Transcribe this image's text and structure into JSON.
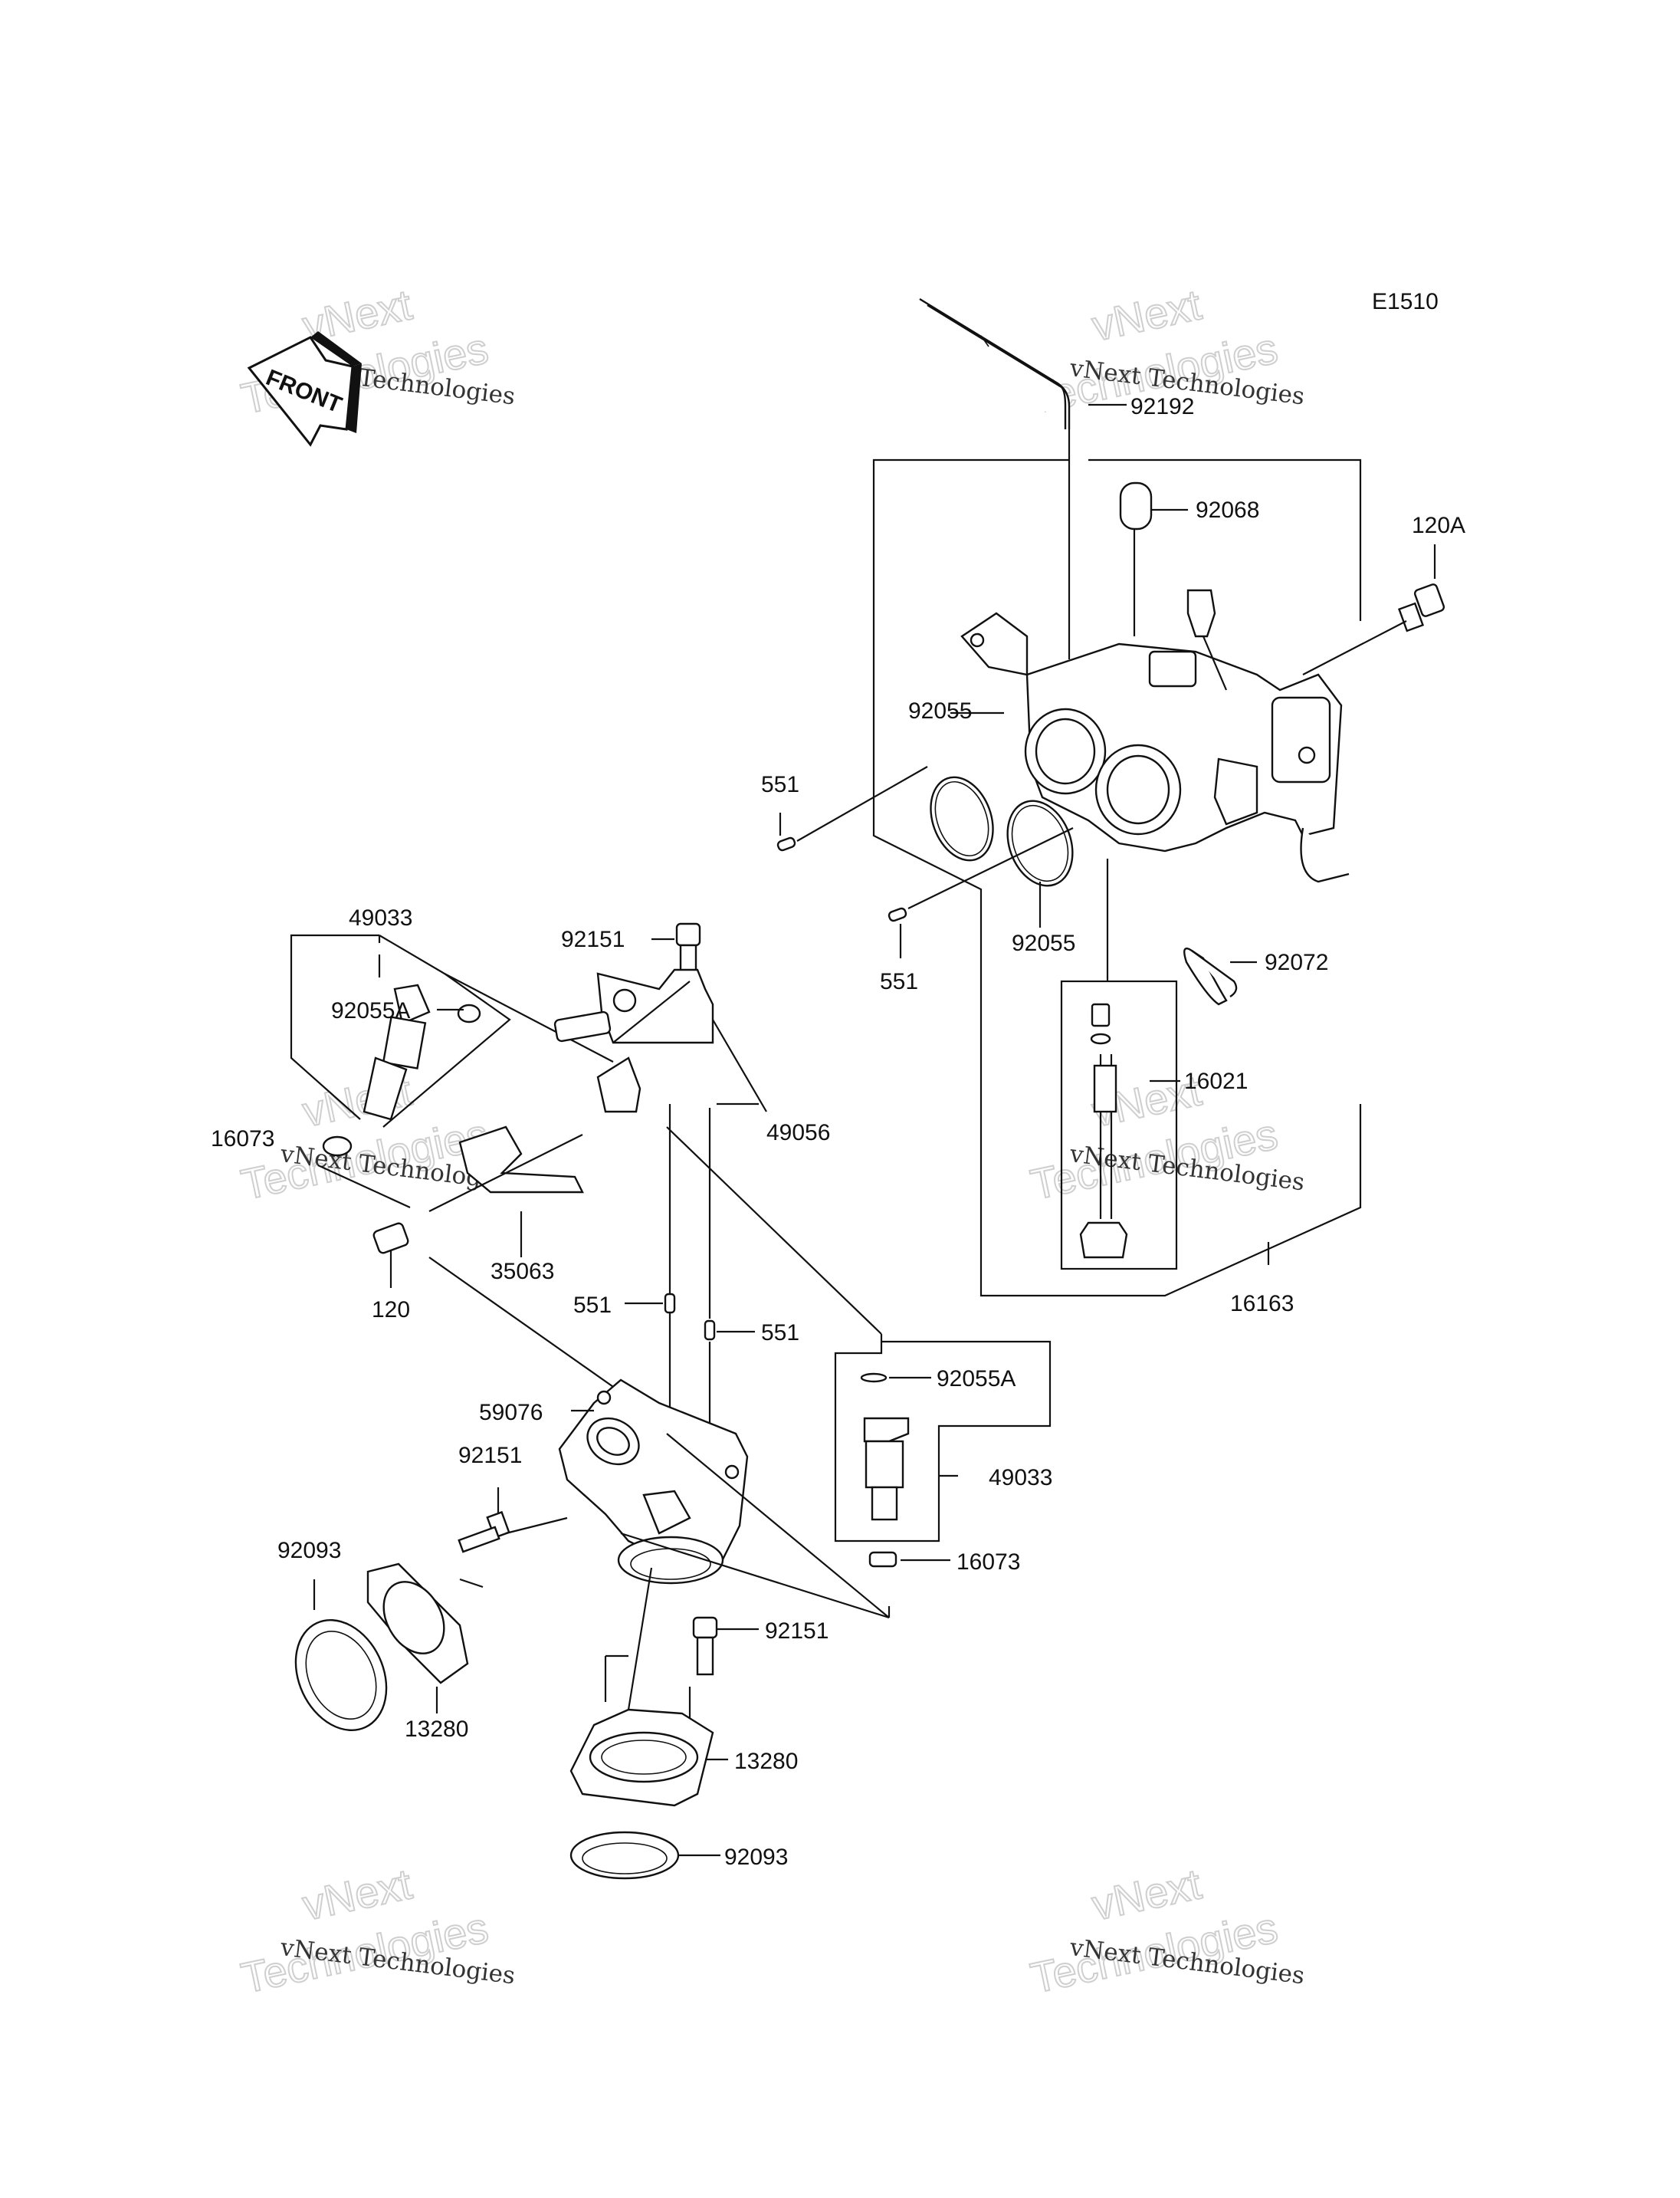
{
  "diagram": {
    "code": "E1510",
    "front_label": "FRONT",
    "watermark": {
      "line1": "vNext Technologies",
      "line2": "vNext",
      "line3": "Technologies"
    },
    "labels": {
      "p92192": "92192",
      "p92068": "92068",
      "p120A": "120A",
      "p92055_upper": "92055",
      "p551_a": "551",
      "p551_b": "551",
      "p92055_lower": "92055",
      "p92072": "92072",
      "p16021": "16021",
      "p16163": "16163",
      "p49033_top": "49033",
      "p92055A_left": "92055A",
      "p16073_left": "16073",
      "p92151_top": "92151",
      "p49056": "49056",
      "p35063": "35063",
      "p120": "120",
      "p551_c": "551",
      "p551_d": "551",
      "p92055A_right": "92055A",
      "p59076": "59076",
      "p92151_mid": "92151",
      "p49033_right": "49033",
      "p92093_left": "92093",
      "p16073_right": "16073",
      "p92151_low": "92151",
      "p13280_left": "13280",
      "p13280_right": "13280",
      "p92093_bottom": "92093"
    }
  }
}
